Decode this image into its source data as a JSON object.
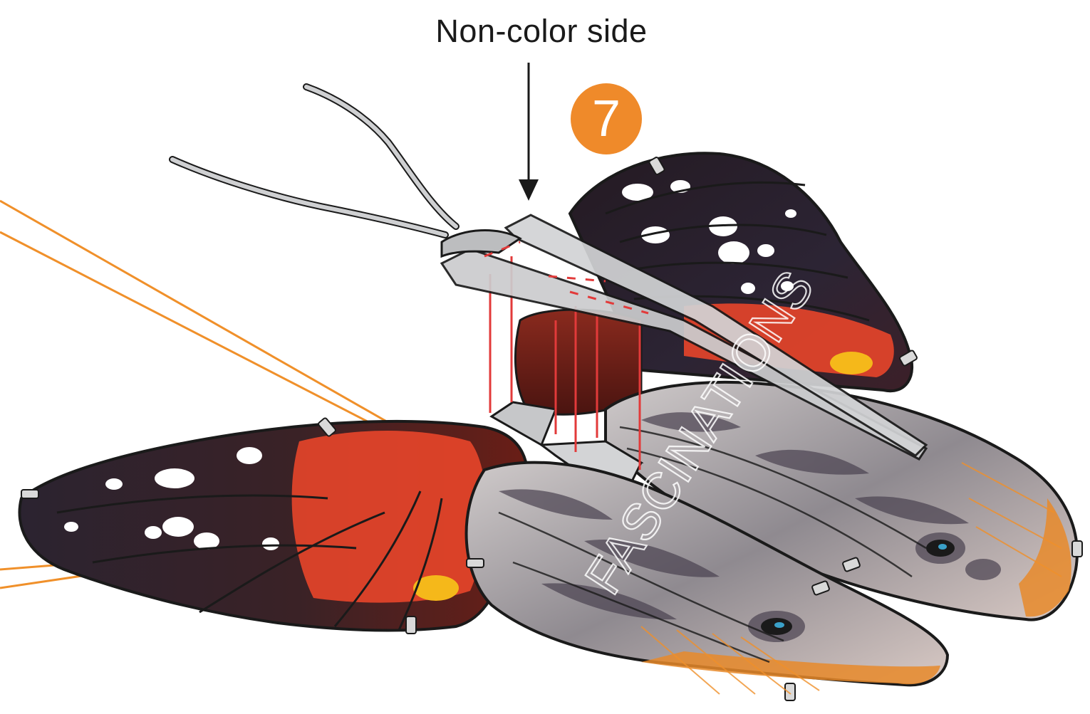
{
  "callout": {
    "label": "Non-color side"
  },
  "step": {
    "number": "7"
  },
  "watermark": {
    "text": "FASCINATIONS"
  },
  "colors": {
    "badge": "#ef8a2a",
    "guide_lines": "#f0902a",
    "tabs": "#e23a3a",
    "forewing_dark": "#2a1416",
    "forewing_band": "#e8452a",
    "hindwing_grey": "#b9b5b6",
    "body_frame": "#cbccce",
    "outline": "#1a1a1a"
  }
}
